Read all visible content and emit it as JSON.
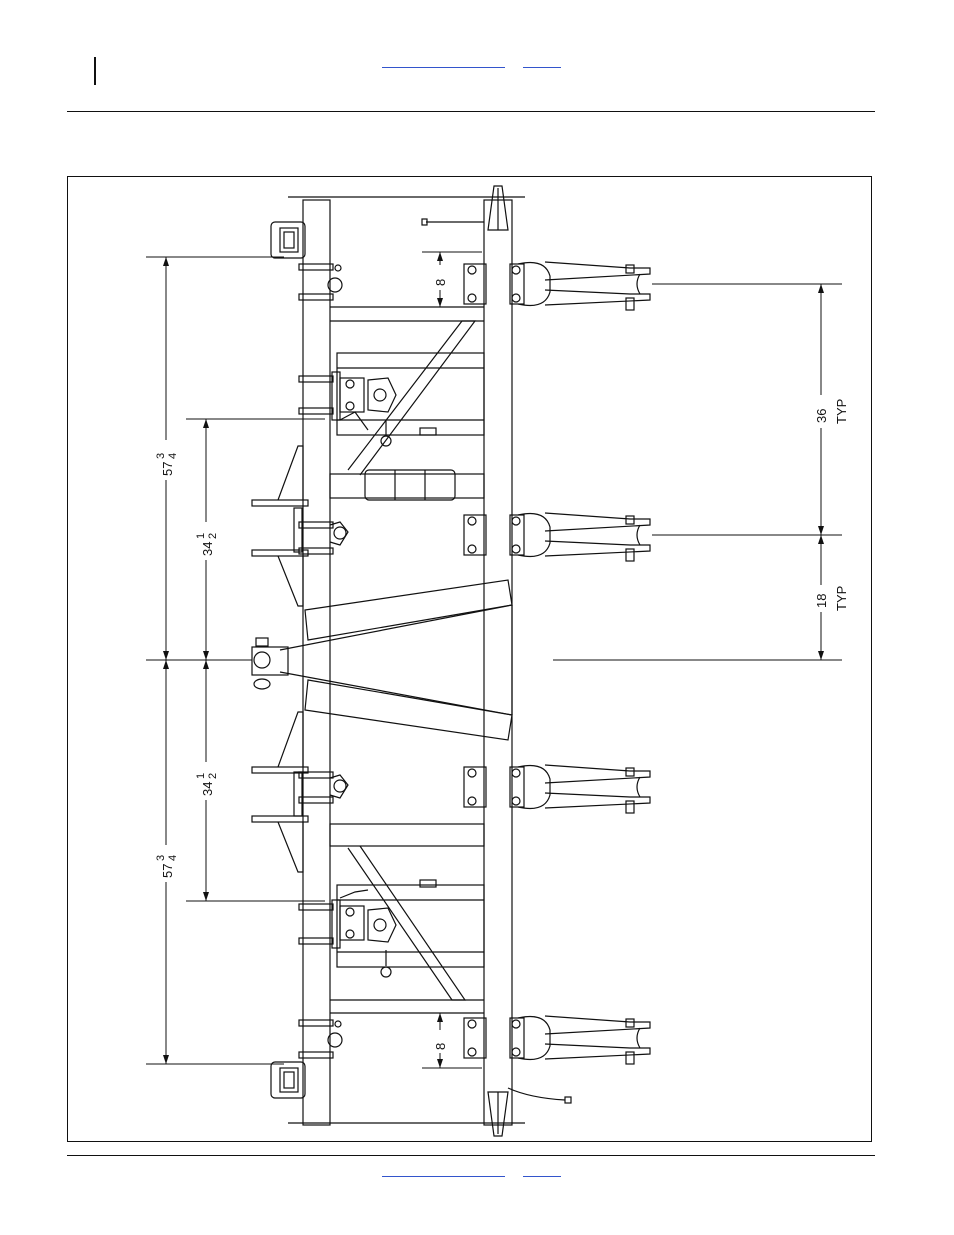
{
  "header": {
    "nav_links": [
      "",
      ""
    ]
  },
  "footer": {
    "nav_links": [
      "",
      ""
    ]
  },
  "drawing": {
    "dim_57_3_4_whole": "57",
    "dim_57_3_4_num": "3",
    "dim_57_3_4_den": "4",
    "dim_34_1_2_whole": "34",
    "dim_34_1_2_num": "1",
    "dim_34_1_2_den": "2",
    "dim_8": "8",
    "dim_36": "36",
    "dim_18": "18",
    "typ": "TYP"
  }
}
